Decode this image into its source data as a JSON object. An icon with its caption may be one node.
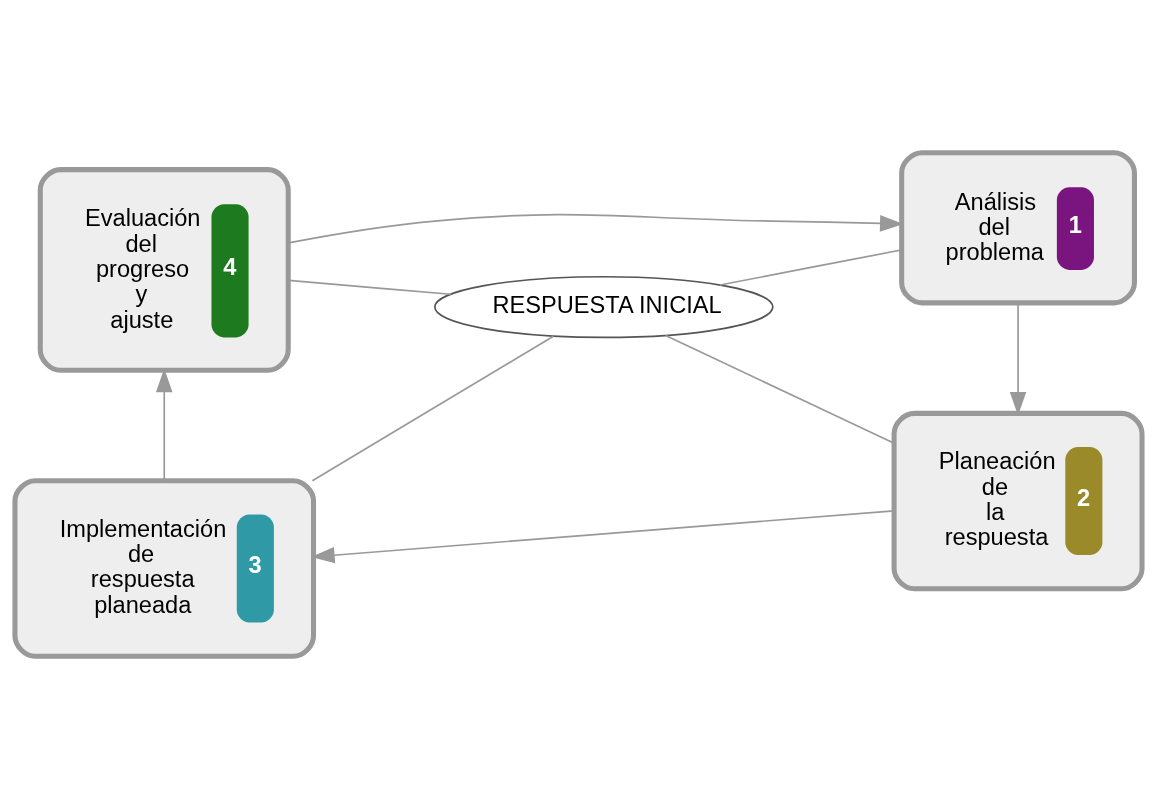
{
  "diagram": {
    "nodes": [
      {
        "text": [
          "Evaluación del progreso y ajuste",
          "4"
        ]
      },
      {
        "text": [
          "Análisis del problema",
          "1"
        ]
      },
      {
        "text": [
          "RESPUESTA INICIAL"
        ]
      },
      {
        "text": [
          "Implementación de respuesta planeada",
          "3"
        ]
      },
      {
        "text": [
          "Planeación de la respuesta",
          "2"
        ]
      }
    ],
    "edges": [
      {
        "from": 2,
        "to": 0,
        "arrow": "none"
      },
      {
        "from": 2,
        "to": 1,
        "arrow": "none"
      },
      {
        "from": 2,
        "to": 3,
        "arrow": "none"
      },
      {
        "from": 2,
        "to": 4,
        "arrow": "none"
      },
      {
        "from": 0,
        "to": 1,
        "arrow": "to"
      },
      {
        "from": 1,
        "to": 4,
        "arrow": "to"
      },
      {
        "from": 4,
        "to": 3,
        "arrow": "to"
      },
      {
        "from": 3,
        "to": 0,
        "arrow": "to"
      }
    ]
  }
}
